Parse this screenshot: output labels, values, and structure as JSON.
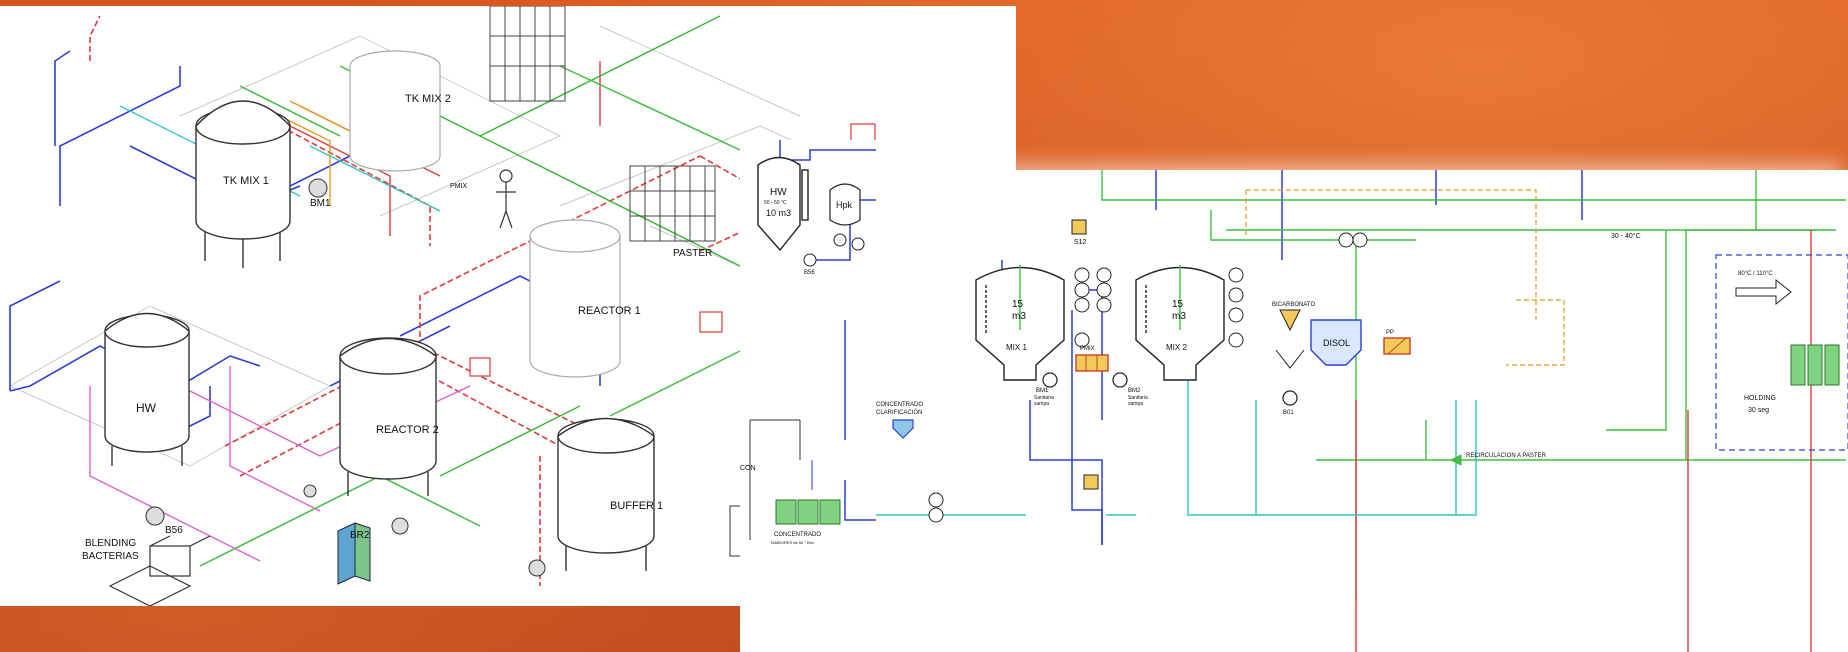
{
  "colors": {
    "background": "#cf4c1b",
    "pipe_blue": "#2d3fd6",
    "pipe_red": "#e23a3a",
    "pipe_green": "#3fbf3f",
    "pipe_pink": "#e35fc8",
    "pipe_orange": "#e59a1f",
    "pipe_cyan": "#2ec4c4"
  },
  "isometric": {
    "tk_mix1": "TK MIX 1",
    "tk_mix2": "TK MIX 2",
    "bm1": "BM1",
    "hw": "HW",
    "reactor1": "REACTOR 1",
    "reactor2": "REACTOR 2",
    "buffer1": "BUFFER 1",
    "paster": "PASTER",
    "br2": "BR2",
    "b56": "B56",
    "blending": "BLENDING",
    "bacterias": "BACTERIAS",
    "pmix": "PMIX"
  },
  "pid": {
    "hw_tank": "HW",
    "hw_temp": "50 - 50 °C",
    "hw_vol": "10 m3",
    "hpk": "Hpk",
    "b56": "B56",
    "mix1_vol": "15",
    "mix1_unit": "m3",
    "mix1": "MIX 1",
    "mix2_vol": "15",
    "mix2_unit": "m3",
    "mix2": "MIX 2",
    "pmix": "PMIX",
    "bm1": "BM1",
    "bm1_sub1": "Sanitaria",
    "bm1_sub2": "sampa",
    "bm2": "BM2",
    "bm2_sub1": "Sanitaria",
    "bm2_sub2": "sampa",
    "bicarbonato": "BICARBONATO",
    "disol": "DISOL",
    "b01": "B01",
    "pp": "PP",
    "temp_range": "30 - 40°C",
    "holding": "HOLDING",
    "holding_time": "30 seg",
    "recirculacion": "RECIRCULACION A PASTER",
    "concentrado_clar_1": "CONCENTRADO",
    "concentrado_clar_2": "CLARIFICACIÓN",
    "concentrado": "CONCENTRADO",
    "concentrado_sub": "TAMBORES de 60 ° Brix",
    "con": "CON",
    "s12": "S12",
    "temp_hold": "80°C / 110°C"
  }
}
